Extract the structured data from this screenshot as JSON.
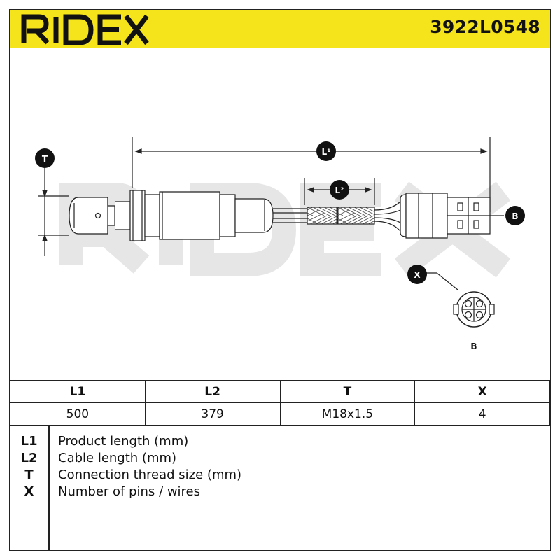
{
  "header": {
    "brand": "RIDEX",
    "part_number": "3922L0548"
  },
  "drawing": {
    "watermark": "RIDEX",
    "markers": {
      "T": "T",
      "L1": "L¹",
      "L2": "L²",
      "B": "B",
      "X": "X",
      "connector_label": "B"
    }
  },
  "spec_table": {
    "headers": [
      "L1",
      "L2",
      "T",
      "X"
    ],
    "values": [
      "500",
      "379",
      "M18x1.5",
      "4"
    ]
  },
  "legend": [
    {
      "code": "L1",
      "description": "Product length (mm)"
    },
    {
      "code": "L2",
      "description": "Cable length (mm)"
    },
    {
      "code": "T",
      "description": "Connection thread size (mm)"
    },
    {
      "code": "X",
      "description": "Number of pins / wires"
    }
  ],
  "colors": {
    "header_bg": "#f5e31b",
    "line": "#222222",
    "watermark": "#e8e8e8"
  }
}
